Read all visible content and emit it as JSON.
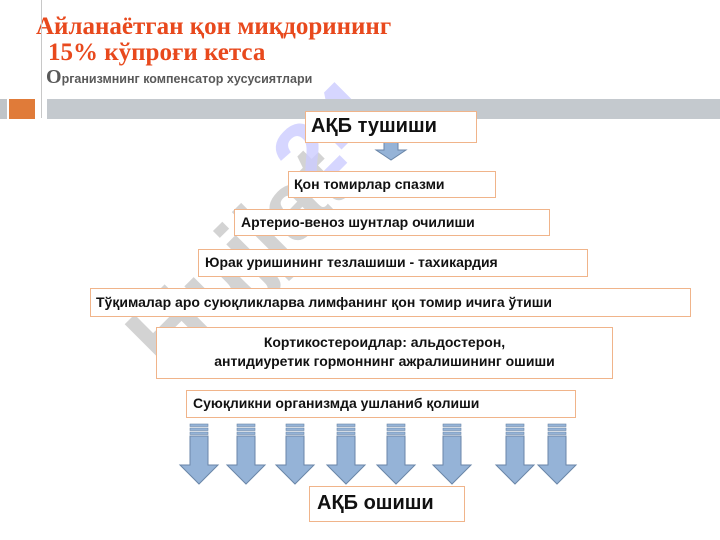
{
  "header": {
    "title_line1": "Айланаётган қон миқдорининг",
    "title_line2": "15% кўпроғи кетса",
    "subtitle_first": "О",
    "subtitle_rest": "рганизмнинг компенсатор хусусиятлари"
  },
  "watermark": {
    "text": "Hujjat 24",
    "color": "#ccccff"
  },
  "flow": {
    "top": "АҚБ тушиши",
    "steps": [
      "Қон томирлар спазми",
      "Артерио-веноз шунтлар очилиши",
      "Юрак уришининг тезлашиши - тахикардия",
      "Тўқималар аро суюқликларва лимфанинг қон томир ичига ўтиши"
    ],
    "step5_line1": "Кортикостероидлар: альдостерон,",
    "step5_line2": "антидиуретик гормоннинг ажралишининг ошиши",
    "step6": "Суюқликни организмда ушланиб қолиши",
    "bottom": "АҚБ ошиши"
  },
  "colors": {
    "title": "#e8491d",
    "accent": "#e07b39",
    "arrow": "#95b3d7"
  }
}
